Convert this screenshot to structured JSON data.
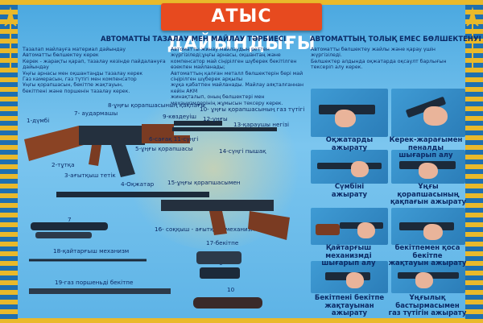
{
  "title": "АТЫС ДАЙЫНДЫҒЫ",
  "sections": {
    "cleaning_title": "АВТОМАТТЫ ТАЗАЛАУ МЕН МАЙЛАУ ТӘРБИЕСІ",
    "disassembly_title": "АВТОМАТТЫҢ ТОЛЫҚ ЕМЕС БӨЛШЕКТЕНУІ"
  },
  "text_blocks": {
    "left": "Тазалап майлауға материал дайындау\nАвтоматты бөлшектеу керек\nКерек - жарақты қарап, тазалау кезінде пайдалануға дайындау\nҰңғы арнасы мен оқшантаңды тазалау керек\nГаз камерасын, газ түтігі мен компенсатор\nҰңғы қорапшасын, бекітпе жақтауын,\nбекітпені және поршенін тазалау керек.",
    "middle": "Автоматты жинау майлаудың реттен жүргізіледі;ұңғы арнасы, оқшантаң және\nкомпенсатор май сіңірілген шүберек бекітілген өзекпен майланады;\nАвтоматтың қалған металл бөлшектерін бері май сіңірілген шүберек арқылы\nжұқа қабатпен майланады. Майлау аяқталғаннан кейін АКМ\nжинақталып, оның бөлшектері мен механизмдерінің жұмысын тексеру керек.",
    "right": "Автоматты бөлшектеу жайлы және қарау үшін жүргізіледі.\nБөлшектер алдында оқжатарда оқсаулт барлығын тексеріп алу керек."
  },
  "parts_labels": [
    "1-дүмбі",
    "2-тұтқа",
    "3-ағытқыш тетік",
    "4-Оқжатар",
    "5-ұңғы қорапшасы",
    "6-сағақ 11-сүңгі",
    "7- аудармашы",
    "8-ұңғы қорапшасының қақпағы",
    "9-көздеуіш",
    "10- ұңғы қорапшасының газ түтігі",
    "12-ұңғы",
    "13-қараушы негізі",
    "14-сүңгі пышақ",
    "15-ұңғы қорапшасымен",
    "16- соққыш - ағытқыш механизм",
    "17-бекітпе",
    "18-қайтарғыш механизм",
    "19-газ поршеньді бекітпе"
  ],
  "part_numbers": [
    "7",
    "6",
    "10"
  ],
  "steps": [
    "Оқжатарды\nажырату",
    "Керек-жарағымен пеналды\nшығарып алу",
    "Сүмбіні\nажырату",
    "Ұңғы қорапшасының\nқақпағын ажырату",
    "Қайтарғыш механизмді\nшығарып алу",
    "бекітпемен қоса бекітпе\nжақтауын ажырату",
    "Бекітпені бекітпе\nжақтауынан ажырату",
    "Ұңғылық бастырмасымен\nгаз түтігін ажырату"
  ],
  "colors": {
    "title_bg": "#e74a1f",
    "text": "#0b2a66",
    "background": "#5db3e6",
    "frame_gold": "#e9b92b",
    "frame_blue": "#1e6fb0"
  },
  "icons": [
    "spear-ornament-icon",
    "spear-ornament-icon"
  ]
}
